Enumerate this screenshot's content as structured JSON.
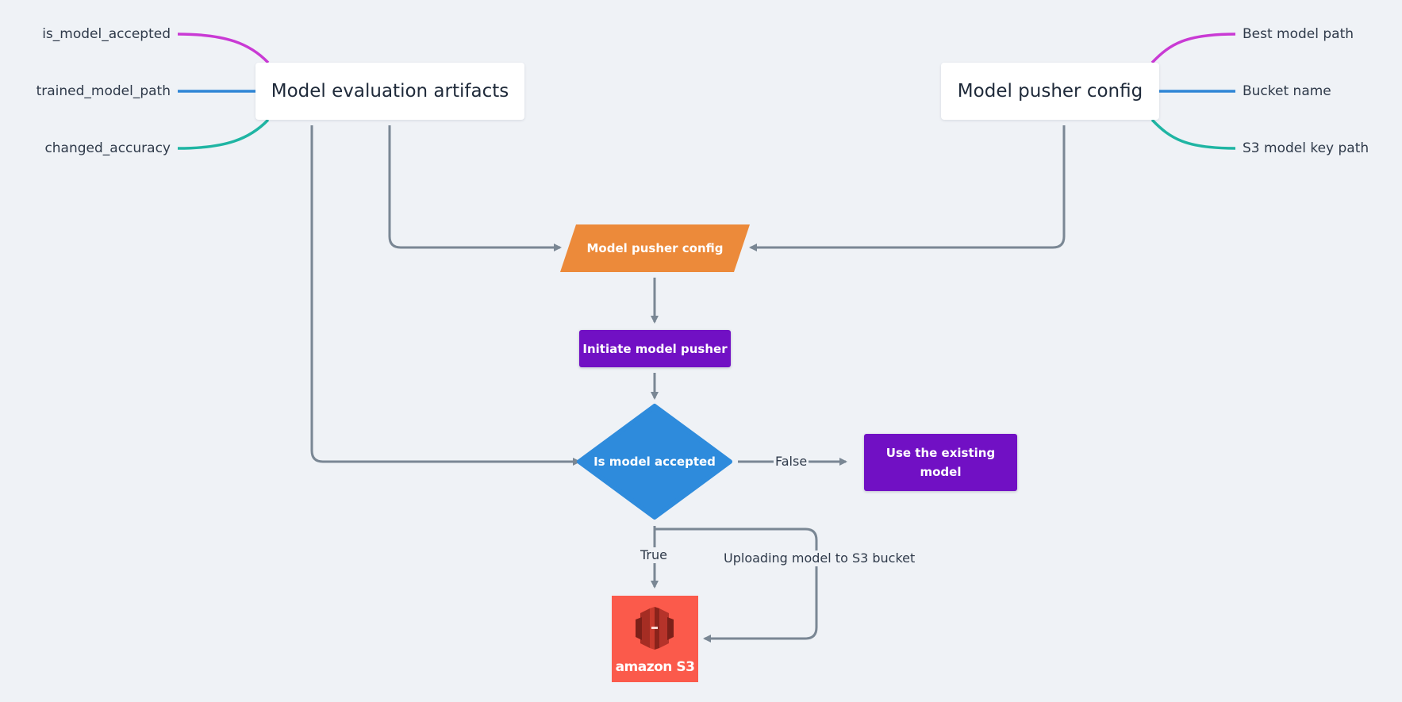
{
  "left_node": {
    "title": "Model evaluation artifacts",
    "attributes": [
      "is_model_accepted",
      "trained_model_path",
      "changed_accuracy"
    ]
  },
  "right_node": {
    "title": "Model pusher config",
    "attributes": [
      "Best model path",
      "Bucket name",
      "S3 model key path"
    ]
  },
  "flow": {
    "input": "Model pusher config",
    "process": "Initiate model pusher",
    "decision": "Is model accepted",
    "false_label": "False",
    "false_target": "Use the existing model",
    "true_label": "True",
    "upload_label": "Uploading model to S3 bucket",
    "s3_logo_text": "amazon S3"
  },
  "colors": {
    "background": "#eff2f6",
    "connector": "#7a8794",
    "branch_magenta": "#c93ad4",
    "branch_blue": "#2f86d6",
    "branch_teal": "#1fb5a3",
    "input_orange": "#ec8a3a",
    "process_purple": "#7110c4",
    "decision_blue": "#2e8bdc",
    "s3_red": "#fb5a4b"
  }
}
